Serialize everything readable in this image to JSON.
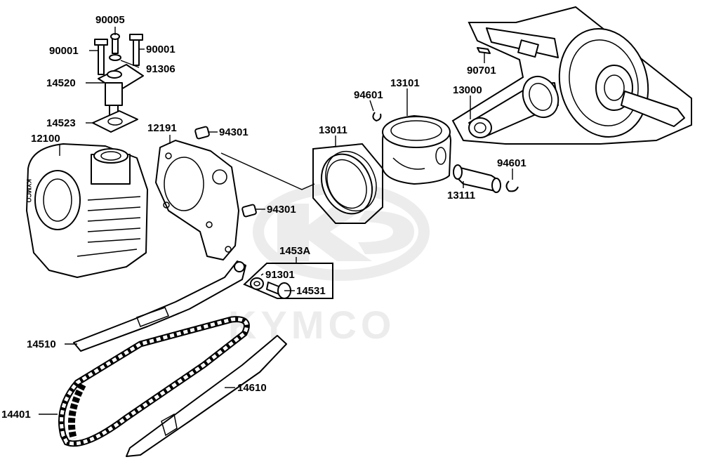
{
  "watermark": {
    "brand": "KYMCO"
  },
  "cylinder_stamp": "KYMCO",
  "parts": [
    {
      "id": "p90005",
      "number": "90005"
    },
    {
      "id": "p90001a",
      "number": "90001"
    },
    {
      "id": "p90001b",
      "number": "90001"
    },
    {
      "id": "p91306",
      "number": "91306"
    },
    {
      "id": "p14520",
      "number": "14520"
    },
    {
      "id": "p14523",
      "number": "14523"
    },
    {
      "id": "p12100",
      "number": "12100"
    },
    {
      "id": "p12191",
      "number": "12191"
    },
    {
      "id": "p94301a",
      "number": "94301"
    },
    {
      "id": "p94301b",
      "number": "94301"
    },
    {
      "id": "p13011",
      "number": "13011"
    },
    {
      "id": "p94601a",
      "number": "94601"
    },
    {
      "id": "p13101",
      "number": "13101"
    },
    {
      "id": "p13000",
      "number": "13000"
    },
    {
      "id": "p90701",
      "number": "90701"
    },
    {
      "id": "p94601b",
      "number": "94601"
    },
    {
      "id": "p13111",
      "number": "13111"
    },
    {
      "id": "p1453A",
      "number": "1453A"
    },
    {
      "id": "p91301",
      "number": "91301"
    },
    {
      "id": "p14531",
      "number": "14531"
    },
    {
      "id": "p14510",
      "number": "14510"
    },
    {
      "id": "p14610",
      "number": "14610"
    },
    {
      "id": "p14401",
      "number": "14401"
    }
  ]
}
